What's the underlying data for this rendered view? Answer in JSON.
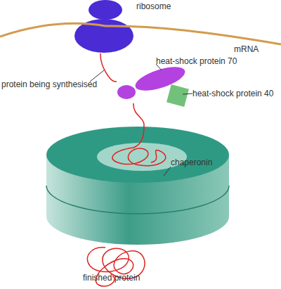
{
  "diagram": {
    "nodes": [
      {
        "text": [
          "ribosome"
        ]
      },
      {
        "text": [
          "heat-shock protein 70"
        ]
      },
      {
        "text": [
          "heat-shock protein 40"
        ]
      },
      {
        "text": [
          "chaperonin"
        ]
      }
    ],
    "edges": [
      {
        "from": 0,
        "to": 1,
        "arrow": "none"
      },
      {
        "from": 1,
        "to": 3,
        "arrow": "none"
      }
    ],
    "labels": [
      "mRNA",
      "protein being synthesised",
      "finished protein"
    ]
  }
}
